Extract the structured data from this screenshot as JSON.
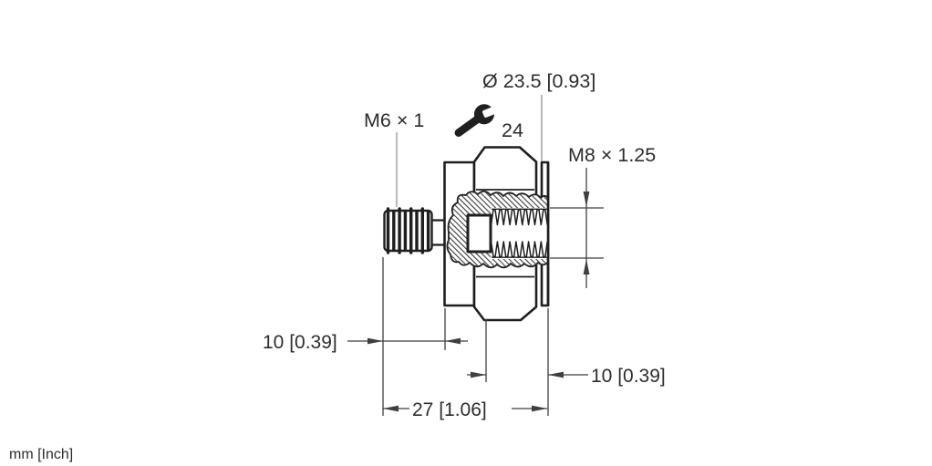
{
  "drawing": {
    "units_note": "mm [Inch]",
    "male_thread_label": "M6 × 1",
    "female_thread_label": "M8 × 1.25",
    "body_diameter_label": "Ø 23.5 [0.93]",
    "wrench_size": "24",
    "dim_male_thread_length": "10 [0.39]",
    "dim_female_thread_depth": "10 [0.39]",
    "dim_overall_length": "27 [1.06]",
    "colors": {
      "outline": "#1f1f1f",
      "dimension": "#3f3f3f",
      "leader": "#8a8a8a",
      "text": "#2d2d2d",
      "background": "#ffffff"
    }
  }
}
